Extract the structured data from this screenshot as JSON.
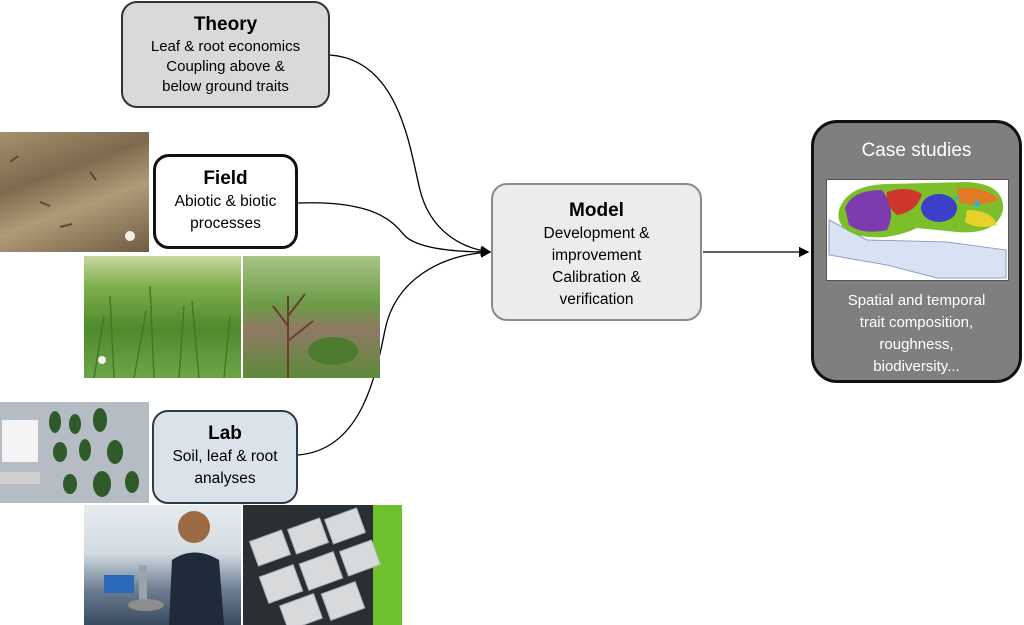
{
  "theory": {
    "title": "Theory",
    "lines": [
      "Leaf & root economics",
      "Coupling above &",
      "below ground traits"
    ]
  },
  "field": {
    "title": "Field",
    "lines": [
      "Abiotic & biotic",
      "processes"
    ]
  },
  "lab": {
    "title": "Lab",
    "lines": [
      "Soil, leaf & root",
      "analyses"
    ]
  },
  "model": {
    "title": "Model",
    "lines": [
      "Development &",
      "improvement",
      "Calibration &",
      "verification"
    ]
  },
  "case_studies": {
    "title": "Case studies",
    "lines": [
      "Spatial and temporal",
      "trait composition,",
      "roughness,",
      "biodiversity..."
    ]
  },
  "colors": {
    "theory_fill": "#d9d9d9",
    "lab_fill": "#dbe2ea",
    "model_fill": "#ececec",
    "case_fill": "#7f7f7f"
  }
}
